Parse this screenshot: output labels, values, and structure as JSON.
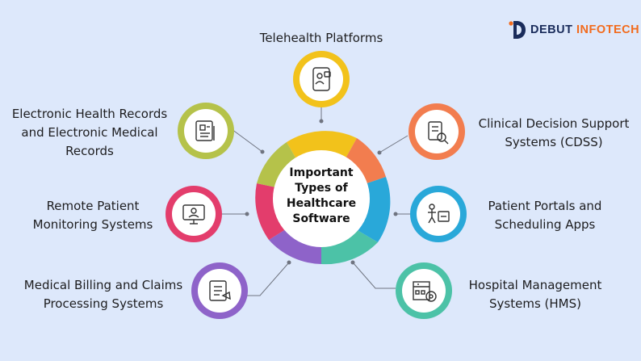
{
  "brand": {
    "word1": "DEBUT",
    "word2": "INFOTECH"
  },
  "center": {
    "lines": [
      "Important",
      "Types of",
      "Healthcare",
      "Software"
    ]
  },
  "nodes": [
    {
      "lines": [
        "Telehealth Platforms"
      ],
      "icon": "telehealth-icon",
      "color": "#f2c21b"
    },
    {
      "lines": [
        "Clinical Decision Support",
        "Systems (CDSS)"
      ],
      "icon": "clinical-decision-icon",
      "color": "#f27d4f"
    },
    {
      "lines": [
        "Patient Portals and",
        "Scheduling Apps"
      ],
      "icon": "patient-portal-icon",
      "color": "#29a8d9"
    },
    {
      "lines": [
        "Hospital Management",
        "Systems (HMS)"
      ],
      "icon": "hospital-icon",
      "color": "#4cc2a7"
    },
    {
      "lines": [
        "Medical Billing and Claims",
        "Processing Systems"
      ],
      "icon": "billing-icon",
      "color": "#8e63c9"
    },
    {
      "lines": [
        "Remote Patient",
        "Monitoring  Systems"
      ],
      "icon": "remote-monitoring-icon",
      "color": "#e33d6c"
    },
    {
      "lines": [
        "Electronic Health Records",
        "and Electronic Medical",
        "Records"
      ],
      "icon": "health-records-icon",
      "color": "#b5c24a"
    }
  ]
}
